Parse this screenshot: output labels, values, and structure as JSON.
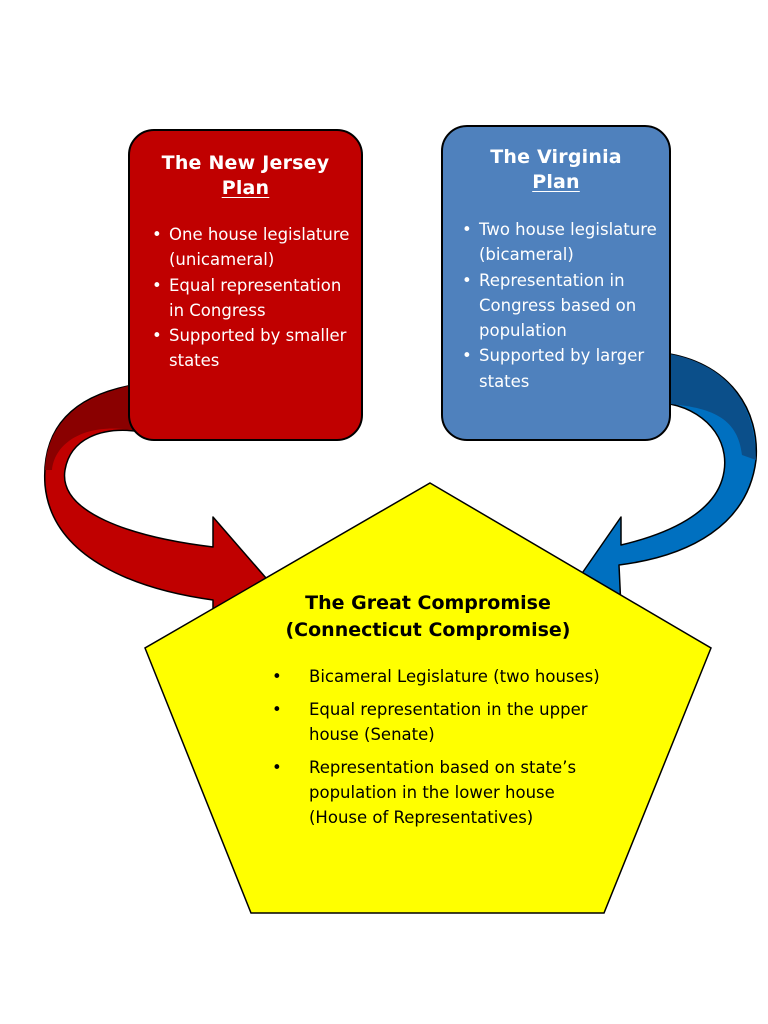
{
  "new_jersey": {
    "title": "The New Jersey",
    "title_emphasis": "Plan",
    "points": [
      "One house legislature (unicameral)",
      "Equal representation in Congress",
      "Supported by smaller states"
    ],
    "color": "#c00000"
  },
  "virginia": {
    "title": "The Virginia",
    "title_emphasis": "Plan",
    "points": [
      "Two house legislature (bicameral)",
      "Representation in Congress based on population",
      "Supported by larger states"
    ],
    "color": "#4f81bd"
  },
  "compromise": {
    "title_line1": "The Great Compromise",
    "title_line2": "(Connecticut Compromise)",
    "points": [
      "Bicameral Legislature (two houses)",
      "Equal representation in the upper house (Senate)",
      "Representation based on state’s population in the lower house (House of Representatives)"
    ],
    "color": "#ffff00"
  },
  "bullet": "•"
}
